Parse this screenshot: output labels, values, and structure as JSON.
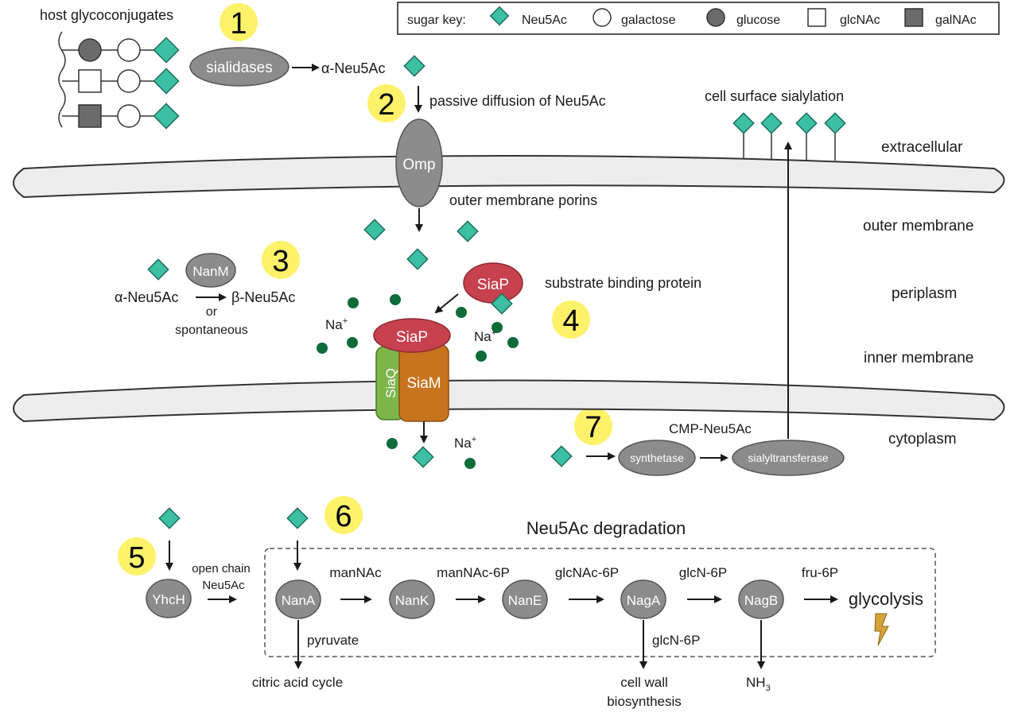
{
  "colors": {
    "neu5ac": "#3cbfa2",
    "enzyme": "#8c8c8c",
    "siap": "#c7414f",
    "siaq": "#7db54a",
    "siam": "#c8741f",
    "sodium": "#0f6b3a",
    "step_highlight": "#fdf26a",
    "glycolysis_icon": "#d6a23a"
  },
  "sugar_key": {
    "label": "sugar key:",
    "items": [
      "Neu5Ac",
      "galactose",
      "glucose",
      "glcNAc",
      "galNAc"
    ]
  },
  "steps": [
    "1",
    "2",
    "3",
    "4",
    "5",
    "6",
    "7"
  ],
  "top": {
    "host_glycoconjugates": "host glycoconjugates",
    "sialidases": "sialidases",
    "alpha_neu5ac": "α-Neu5Ac",
    "passive_diffusion": "passive diffusion of Neu5Ac",
    "cell_surface": "cell surface sialylation",
    "omp": "Omp",
    "outer_membrane_porins": "outer membrane porins"
  },
  "regions": [
    "extracellular",
    "outer membrane",
    "periplasm",
    "inner membrane",
    "cytoplasm"
  ],
  "mutarotation": {
    "enzyme": "NanM",
    "from": "α-Neu5Ac",
    "to": "β-Neu5Ac",
    "or": "or",
    "spontaneous": "spontaneous"
  },
  "transporter": {
    "siap": "SiaP",
    "siaq": "SiaQ",
    "siam": "SiaM",
    "substrate_binding": "substrate binding protein",
    "na": "Na",
    "na_sup": "+"
  },
  "sialylation": {
    "cmp": "CMP-Neu5Ac",
    "synthetase": "synthetase",
    "sialyltransferase": "sialyltransferase"
  },
  "degradation": {
    "title": "Neu5Ac degradation",
    "yhch": "YhcH",
    "open_chain_1": "open chain",
    "open_chain_2": "Neu5Ac",
    "enzymes": [
      "NanA",
      "NanK",
      "NanE",
      "NagA",
      "NagB"
    ],
    "products": [
      "manNAc",
      "manNAc-6P",
      "glcNAc-6P",
      "glcN-6P",
      "fru-6P"
    ],
    "glycolysis": "glycolysis",
    "pyruvate": "pyruvate",
    "citric_acid_cycle": "citric acid cycle",
    "glcn6p_side": "glcN-6P",
    "cell_wall_1": "cell wall",
    "cell_wall_2": "biosynthesis",
    "nh": "NH",
    "nh_sub": "3"
  }
}
